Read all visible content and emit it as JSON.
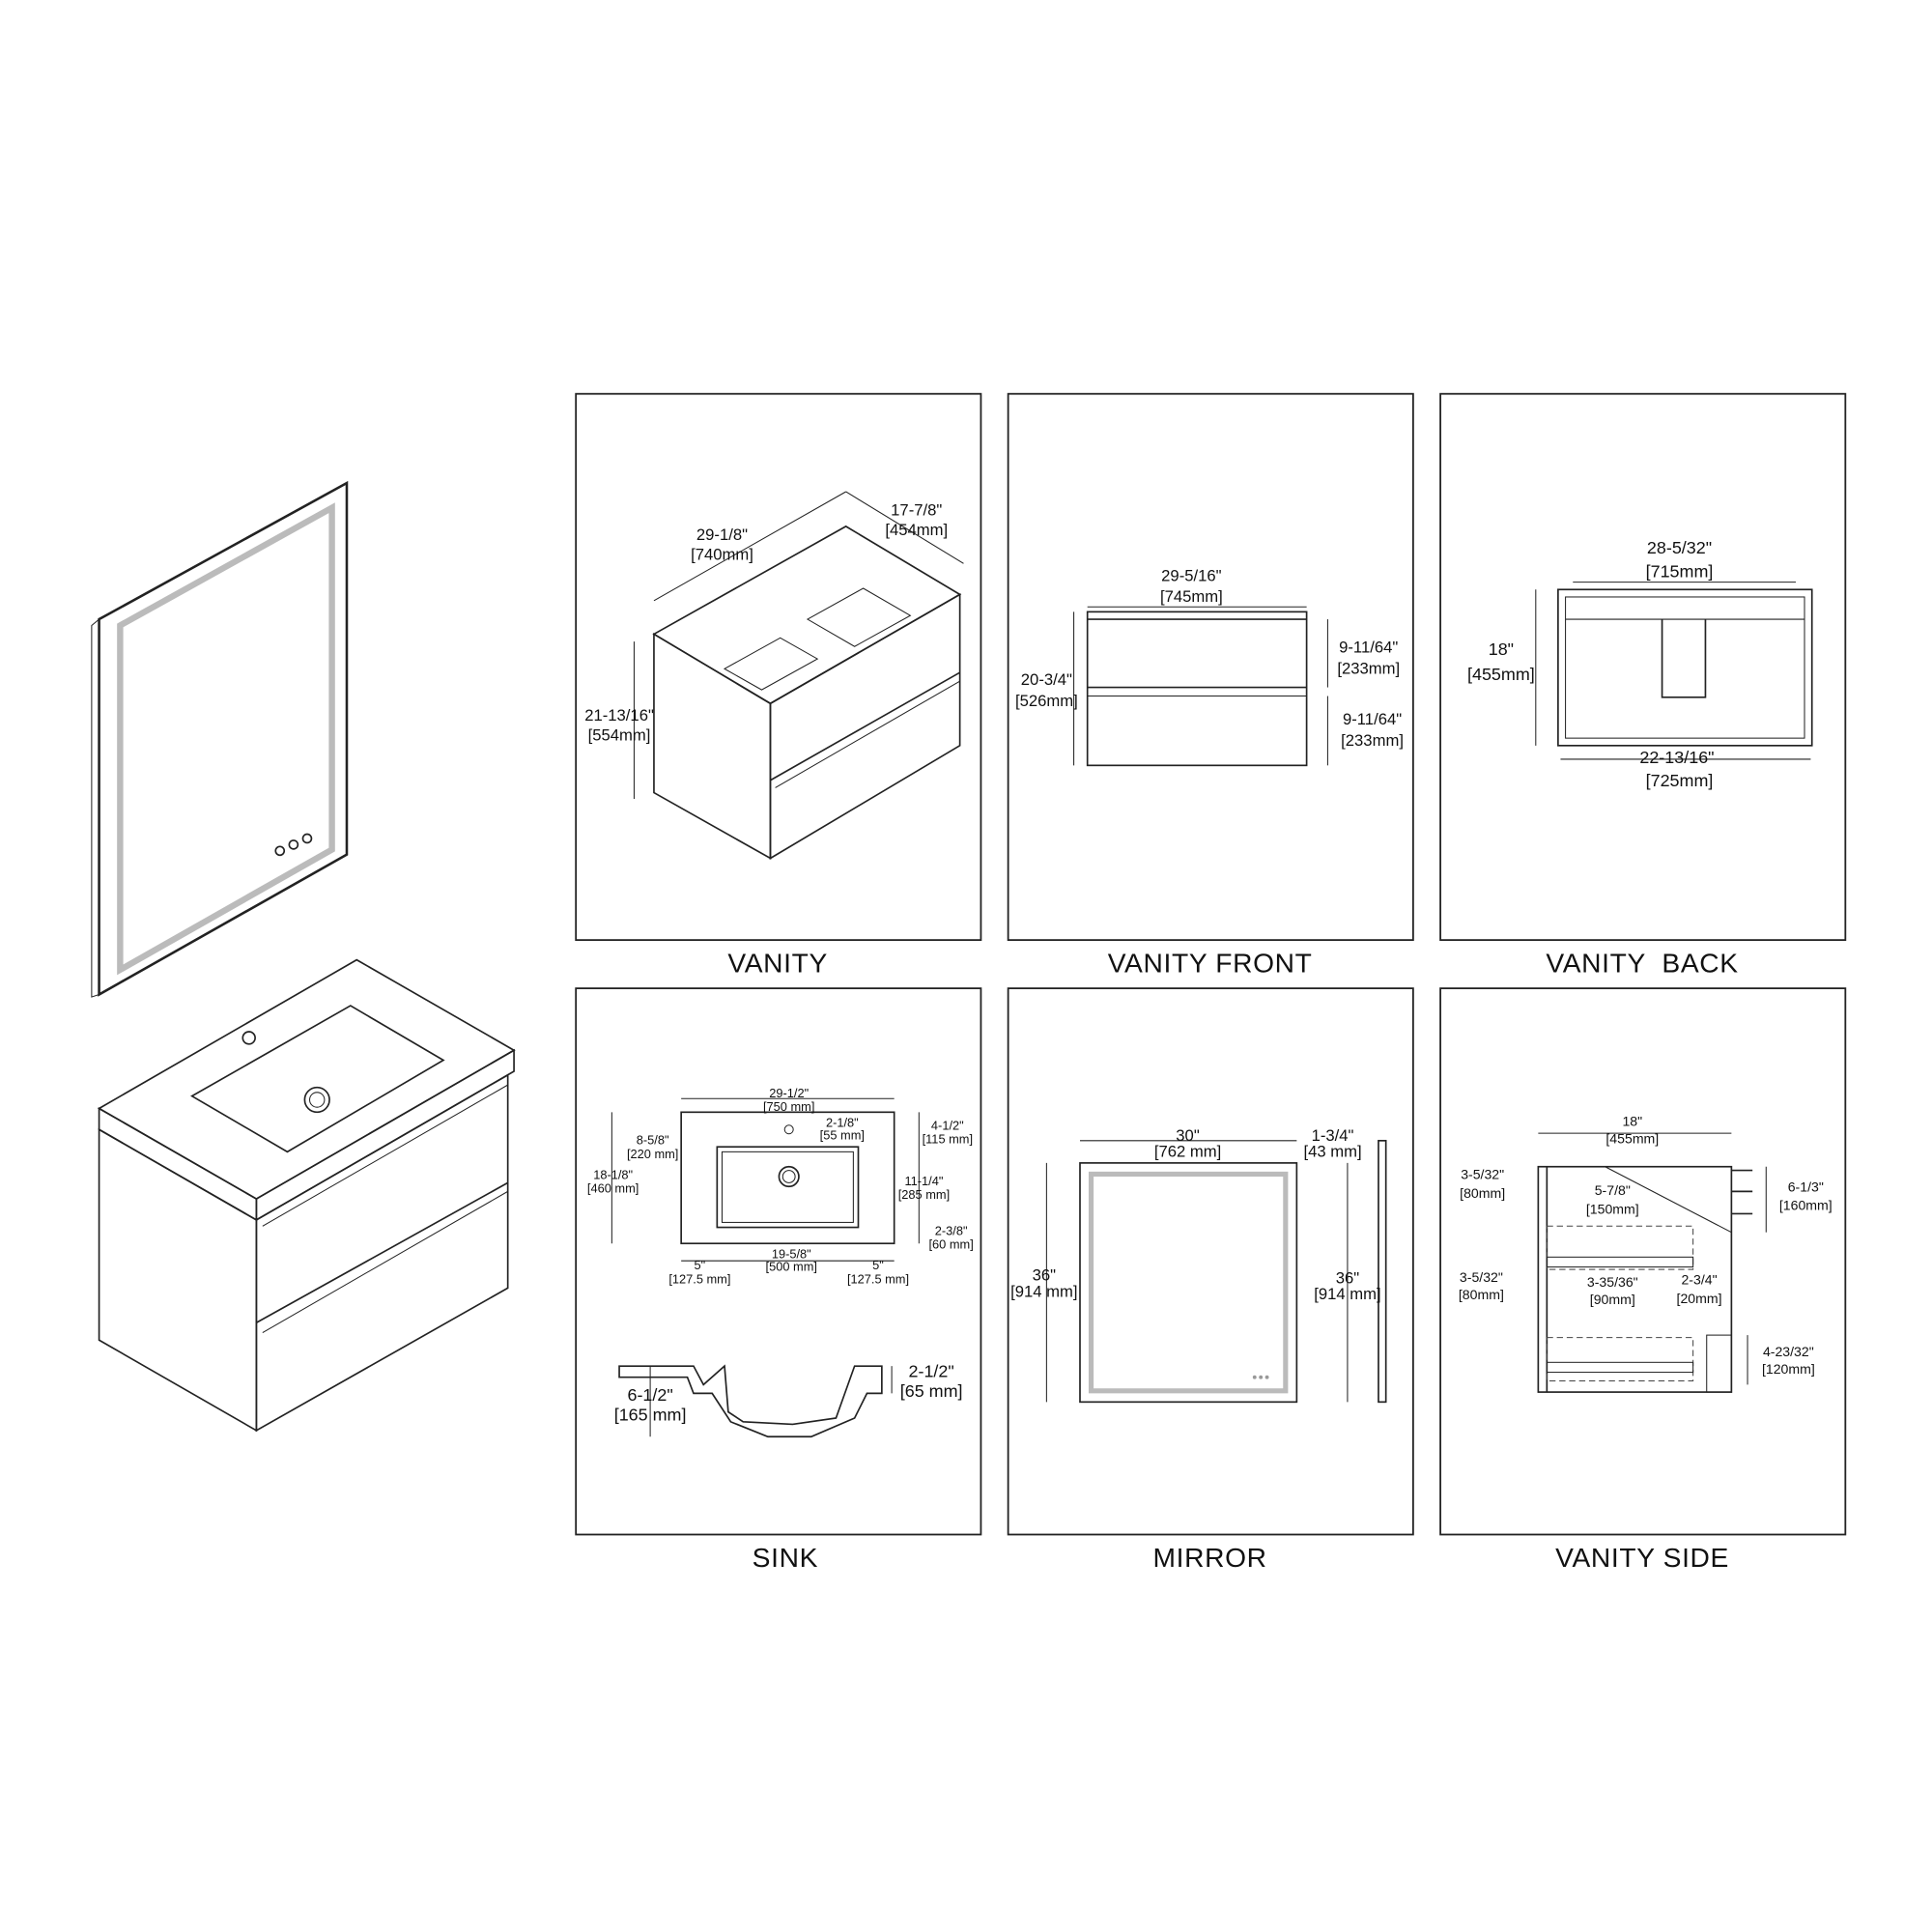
{
  "panels": {
    "vanity": {
      "caption": "VANITY",
      "width_in": "29-1/8\"",
      "width_mm": "[740mm]",
      "depth_in": "17-7/8\"",
      "depth_mm": "[454mm]",
      "height_in": "21-13/16\"",
      "height_mm": "[554mm]"
    },
    "vanity_front": {
      "caption": "VANITY FRONT",
      "width_in": "29-5/16\"",
      "width_mm": "[745mm]",
      "height_in": "20-3/4\"",
      "height_mm": "[526mm]",
      "drawer1_in": "9-11/64\"",
      "drawer1_mm": "[233mm]",
      "drawer2_in": "9-11/64\"",
      "drawer2_mm": "[233mm]"
    },
    "vanity_back": {
      "caption": "VANITY  BACK",
      "top_in": "28-5/32\"",
      "top_mm": "[715mm]",
      "height_in": "18\"",
      "height_mm": "[455mm]",
      "bottom_in": "22-13/16\"",
      "bottom_mm": "[725mm]"
    },
    "sink": {
      "caption": "SINK",
      "width_in": "29-1/2\"",
      "width_mm": "[750 mm]",
      "faucet_in": "2-1/8\"",
      "faucet_mm": "[55 mm]",
      "top_in": "4-1/2\"",
      "top_mm": "[115 mm]",
      "drain_in": "8-5/8\"",
      "drain_mm": "[220 mm]",
      "depth_in": "18-1/8\"",
      "depth_mm": "[460 mm]",
      "basin_d_in": "11-1/4\"",
      "basin_d_mm": "[285 mm]",
      "front_in": "2-3/8\"",
      "front_mm": "[60 mm]",
      "basin_w_in": "19-5/8\"",
      "basin_w_mm": "[500 mm]",
      "left_in": "5\"",
      "left_mm": "[127.5 mm]",
      "right_in": "5\"",
      "right_mm": "[127.5 mm]",
      "section_h_in": "6-1/2\"",
      "section_h_mm": "[165 mm]",
      "section_b_in": "2-1/2\"",
      "section_b_mm": "[65 mm]"
    },
    "mirror": {
      "caption": "MIRROR",
      "width_in": "30\"",
      "width_mm": "[762 mm]",
      "thick_in": "1-3/4\"",
      "thick_mm": "[43 mm]",
      "height_in": "36\"",
      "height_mm": "[914 mm]",
      "side_h_in": "36\"",
      "side_h_mm": "[914 mm]"
    },
    "vanity_side": {
      "caption": "VANITY SIDE",
      "depth_in": "18\"",
      "depth_mm": "[455mm]",
      "a_in": "3-5/32\"",
      "a_mm": "[80mm]",
      "b_in": "5-7/8\"",
      "b_mm": "[150mm]",
      "c_in": "6-1/3\"",
      "c_mm": "[160mm]",
      "d_in": "3-5/32\"",
      "d_mm": "[80mm]",
      "e_in": "3-35/36\"",
      "e_mm": "[90mm]",
      "f_in": "2-3/4\"",
      "f_mm": "[20mm]",
      "g_in": "4-23/32\"",
      "g_mm": "[120mm]"
    }
  }
}
